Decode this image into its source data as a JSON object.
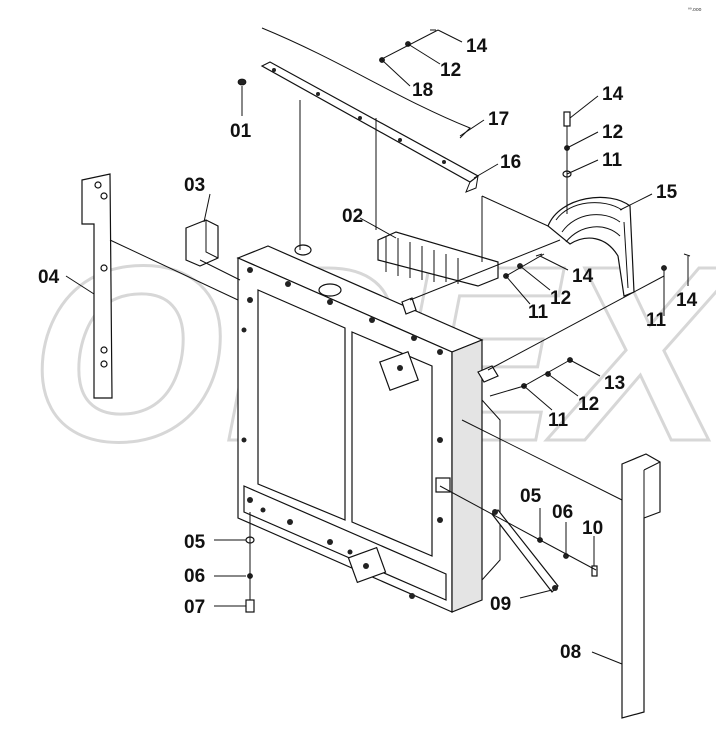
{
  "corner_mark": "ºº.ooo",
  "watermark": "OPEX",
  "callouts": [
    {
      "id": "c01",
      "label": "01"
    },
    {
      "id": "c02",
      "label": "02"
    },
    {
      "id": "c03",
      "label": "03"
    },
    {
      "id": "c04",
      "label": "04"
    },
    {
      "id": "c05a",
      "label": "05"
    },
    {
      "id": "c05b",
      "label": "05"
    },
    {
      "id": "c06a",
      "label": "06"
    },
    {
      "id": "c06b",
      "label": "06"
    },
    {
      "id": "c07",
      "label": "07"
    },
    {
      "id": "c08",
      "label": "08"
    },
    {
      "id": "c09",
      "label": "09"
    },
    {
      "id": "c10",
      "label": "10"
    },
    {
      "id": "c11a",
      "label": "11"
    },
    {
      "id": "c11b",
      "label": "11"
    },
    {
      "id": "c11c",
      "label": "11"
    },
    {
      "id": "c11d",
      "label": "11"
    },
    {
      "id": "c12a",
      "label": "12"
    },
    {
      "id": "c12b",
      "label": "12"
    },
    {
      "id": "c12c",
      "label": "12"
    },
    {
      "id": "c12d",
      "label": "12"
    },
    {
      "id": "c13",
      "label": "13"
    },
    {
      "id": "c14a",
      "label": "14"
    },
    {
      "id": "c14b",
      "label": "14"
    },
    {
      "id": "c14c",
      "label": "14"
    },
    {
      "id": "c14d",
      "label": "14"
    },
    {
      "id": "c15",
      "label": "15"
    },
    {
      "id": "c16",
      "label": "16"
    },
    {
      "id": "c17",
      "label": "17"
    },
    {
      "id": "c18",
      "label": "18"
    }
  ]
}
